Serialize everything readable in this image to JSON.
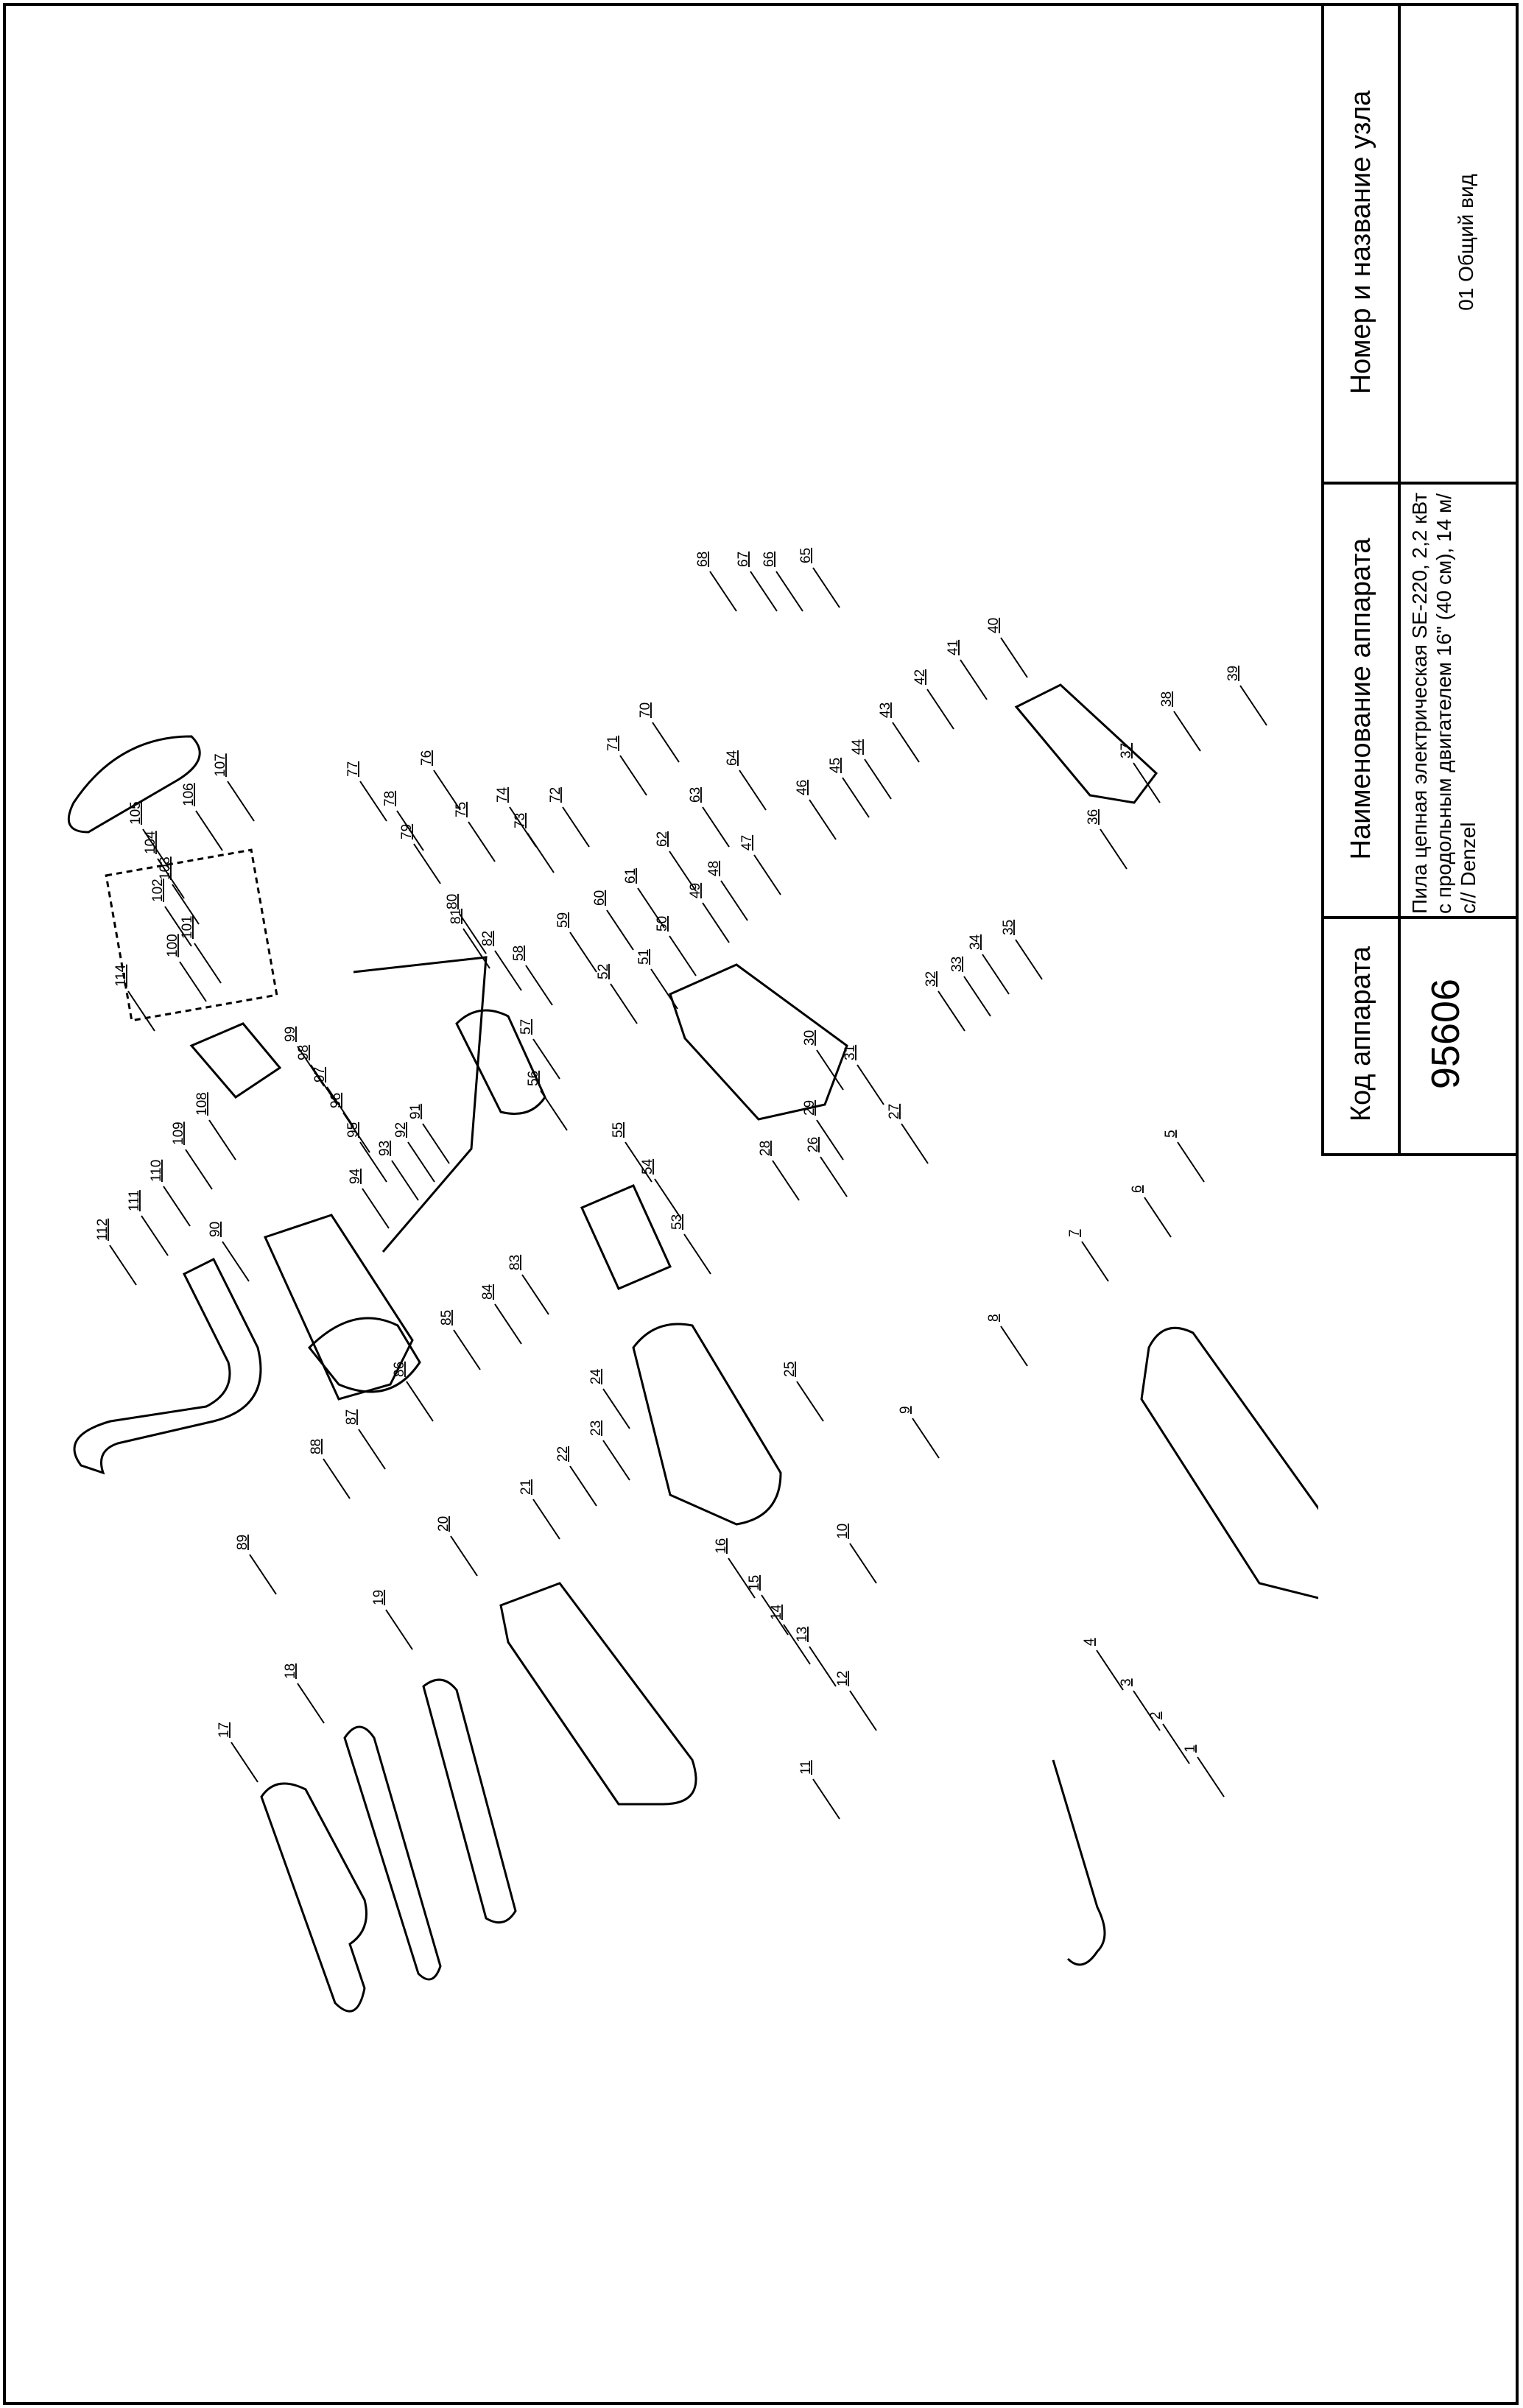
{
  "title_block": {
    "node_header": "Номер и название узла",
    "node_value": "01 Общий вид",
    "device_name_header": "Наименование аппарата",
    "device_name_value": "Пила цепная электрическая SE-220, 2,2 кВт с продольным двигателем 16\" (40 см), 14 м/с// Denzel",
    "code_header": "Код аппарата",
    "code_value": "95606"
  },
  "callouts": [
    "1",
    "2",
    "3",
    "4",
    "5",
    "6",
    "7",
    "8",
    "9",
    "10",
    "11",
    "12",
    "13",
    "14",
    "15",
    "16",
    "17",
    "18",
    "19",
    "20",
    "21",
    "22",
    "23",
    "24",
    "25",
    "26",
    "27",
    "28",
    "29",
    "30",
    "31",
    "32",
    "33",
    "34",
    "35",
    "36",
    "37",
    "38",
    "39",
    "40",
    "41",
    "42",
    "43",
    "44",
    "45",
    "46",
    "47",
    "48",
    "49",
    "50",
    "51",
    "52",
    "53",
    "54",
    "55",
    "56",
    "57",
    "58",
    "59",
    "60",
    "61",
    "62",
    "63",
    "64",
    "65",
    "66",
    "67",
    "68",
    "70",
    "71",
    "72",
    "73",
    "74",
    "75",
    "76",
    "77",
    "78",
    "79",
    "80",
    "81",
    "82",
    "83",
    "84",
    "85",
    "86",
    "87",
    "88",
    "89",
    "90",
    "91",
    "92",
    "93",
    "94",
    "95",
    "96",
    "97",
    "98",
    "99",
    "100",
    "101",
    "102",
    "103",
    "104",
    "105",
    "106",
    "107",
    "108",
    "109",
    "110",
    "111",
    "112",
    "114"
  ]
}
